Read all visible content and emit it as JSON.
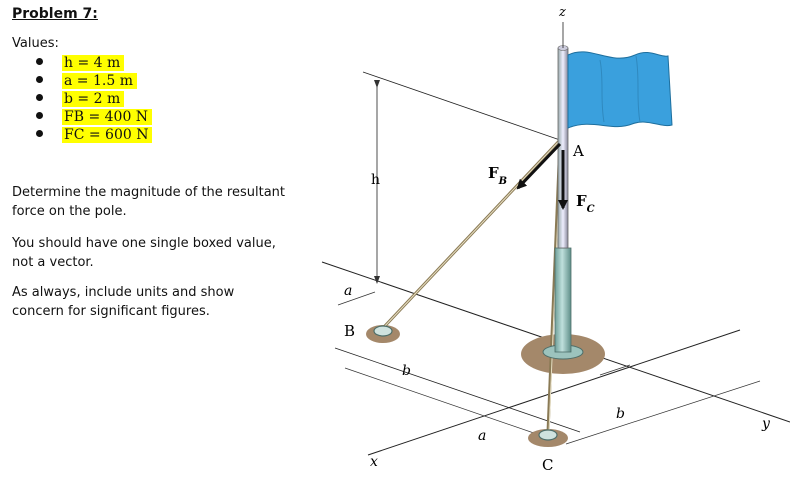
{
  "problem": {
    "title": "Problem 7:",
    "values_label": "Values:",
    "values": [
      "h = 4 m",
      "a = 1.5 m",
      "b = 2 m",
      "FB = 400 N",
      "FC = 600 N"
    ],
    "question_line1": "Determine the magnitude of the resultant",
    "question_line2": "force on the pole.",
    "instruction1_line1": "You should have one single boxed value,",
    "instruction1_line2": "not a vector.",
    "instruction2_line1": "As always, include units and show",
    "instruction2_line2": "concern for significant figures."
  },
  "figure": {
    "labels": {
      "z": "z",
      "x": "x",
      "y": "y",
      "A": "A",
      "B": "B",
      "C": "C",
      "h": "h",
      "a_left": "a",
      "a_bottom": "a",
      "b_left": "b",
      "b_right": "b",
      "FB": "FB",
      "FC": "FC"
    },
    "colors": {
      "flag": "#3aa0dd",
      "pole": "#8cb9b3",
      "ground": "#a4886a",
      "force_arrow": "#111111"
    }
  }
}
